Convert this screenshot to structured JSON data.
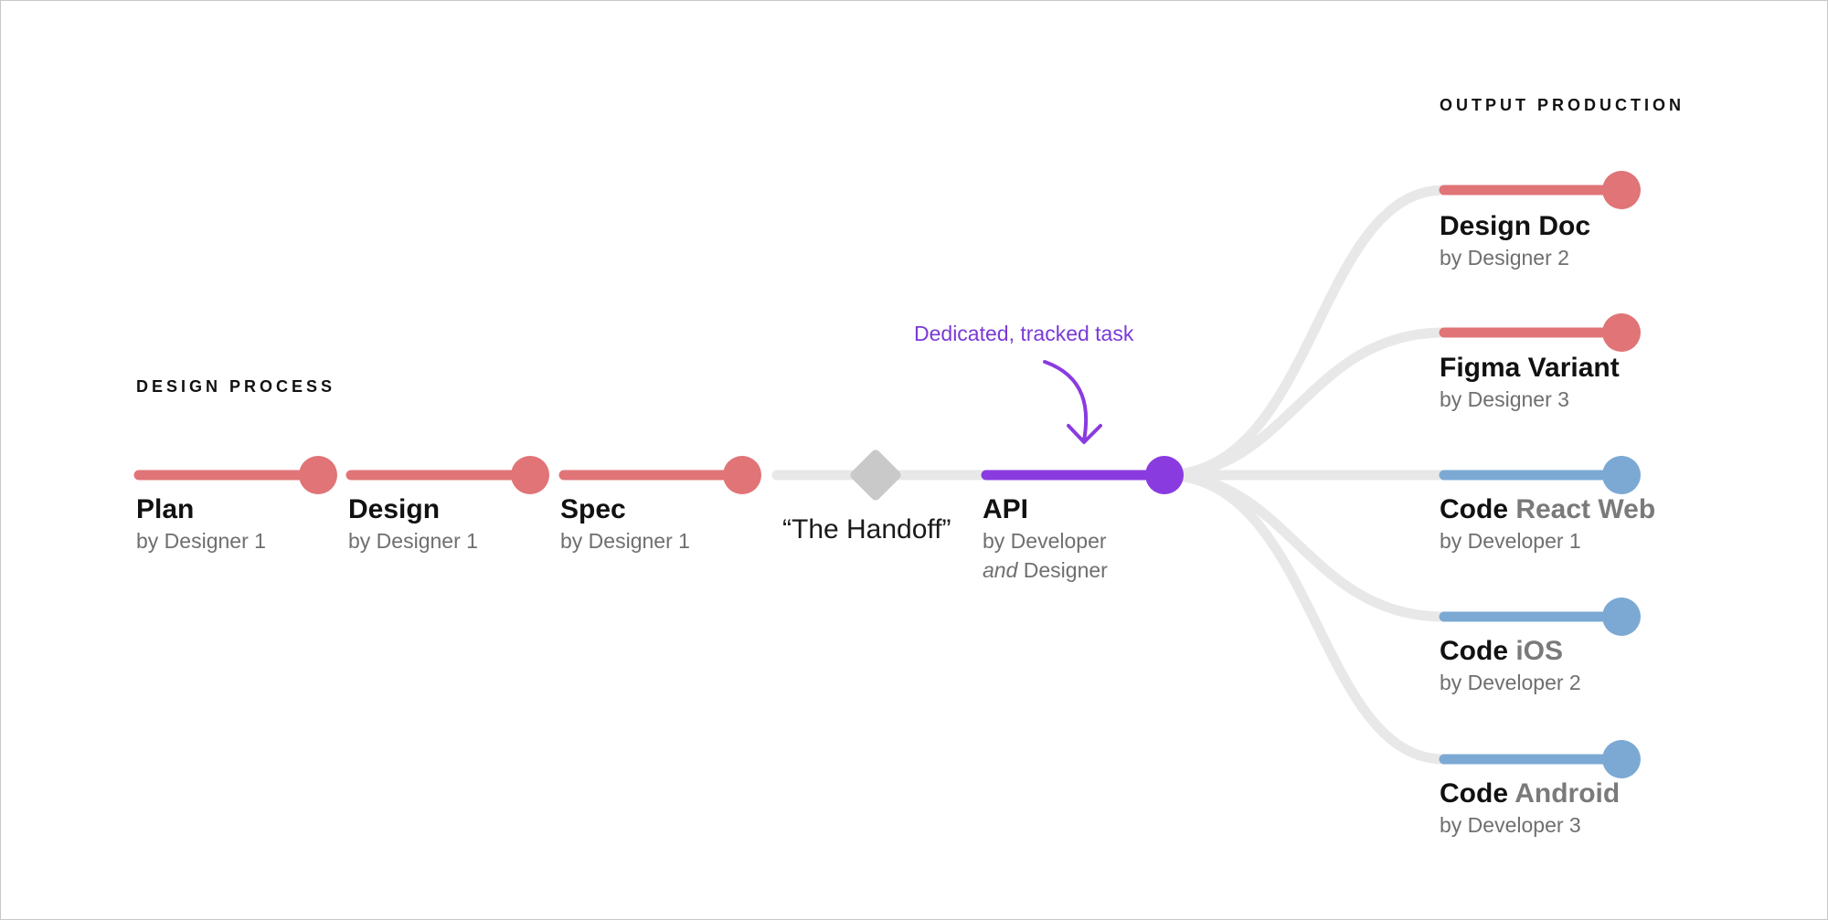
{
  "colors": {
    "design": "#e07477",
    "code": "#7ba9d4",
    "api": "#8a3be0",
    "connector": "#e8e8e8",
    "handoff_diamond": "#c9c9c9",
    "annotation": "#7a3ad6"
  },
  "design_process": {
    "heading": "DESIGN PROCESS",
    "steps": [
      {
        "title": "Plan",
        "by": "by Designer 1"
      },
      {
        "title": "Design",
        "by": "by Designer 1"
      },
      {
        "title": "Spec",
        "by": "by Designer 1"
      }
    ]
  },
  "handoff": {
    "label": "“The Handoff”"
  },
  "api": {
    "title": "API",
    "by_line1": "by Developer",
    "by_and": "and",
    "by_rest": " Designer"
  },
  "annotation": {
    "text": "Dedicated, tracked task"
  },
  "output_production": {
    "heading": "OUTPUT PRODUCTION",
    "items": [
      {
        "title": "Design Doc",
        "sub": "",
        "by": "by Designer 2",
        "kind": "design"
      },
      {
        "title": "Figma Variant",
        "sub": "",
        "by": "by Designer 3",
        "kind": "design"
      },
      {
        "title": "Code",
        "sub": " React Web",
        "by": "by Developer 1",
        "kind": "code"
      },
      {
        "title": "Code",
        "sub": " iOS",
        "by": "by Developer 2",
        "kind": "code"
      },
      {
        "title": "Code",
        "sub": " Android",
        "by": "by Developer 3",
        "kind": "code"
      }
    ]
  }
}
